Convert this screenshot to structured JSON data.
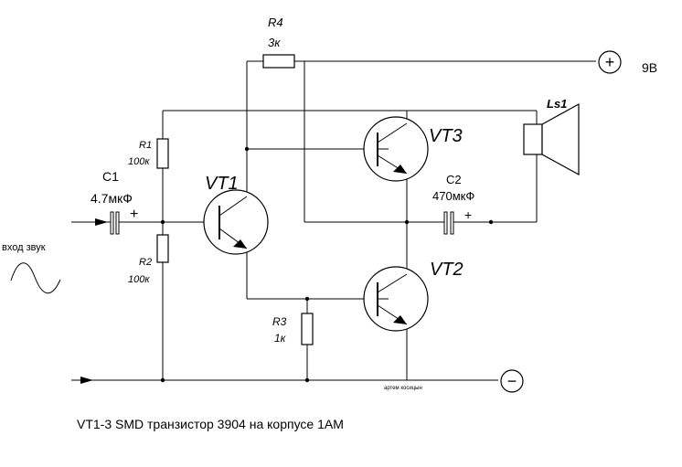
{
  "components": {
    "r4": {
      "name": "R4",
      "value": "3к"
    },
    "r1": {
      "name": "R1",
      "value": "100к"
    },
    "r2": {
      "name": "R2",
      "value": "100к"
    },
    "r3": {
      "name": "R3",
      "value": "1к"
    },
    "c1": {
      "name": "C1",
      "value": "4.7мкФ",
      "polarity": "+"
    },
    "c2": {
      "name": "C2",
      "value": "470мкФ",
      "polarity": "+"
    },
    "vt1": {
      "name": "VT1"
    },
    "vt2": {
      "name": "VT2"
    },
    "vt3": {
      "name": "VT3"
    },
    "ls1": {
      "name": "Ls1"
    }
  },
  "power": {
    "positive_symbol": "+",
    "positive_label": "9В",
    "negative_symbol": "−"
  },
  "input_label": "вход звук",
  "author": "артем косицын",
  "caption": "VT1-3 SMD транзистор 3904 на корпусе 1АМ"
}
